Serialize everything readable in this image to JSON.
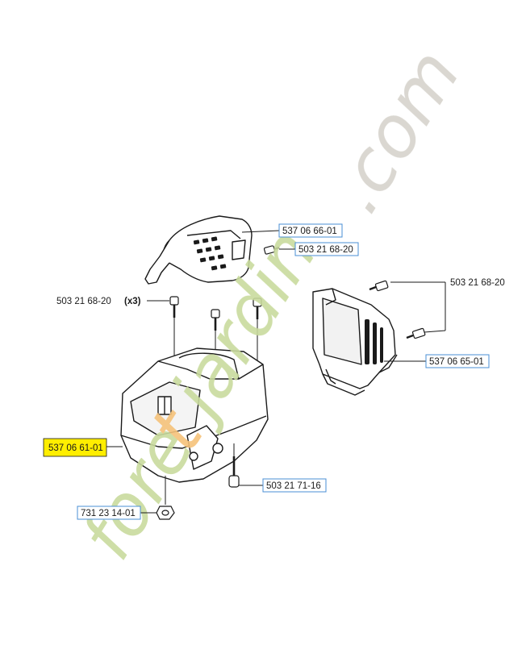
{
  "watermark": {
    "text_start": "fore",
    "text_accent": "t",
    "text_end": "jardin",
    "text_domain": ".com",
    "color_main": "#c9db9d",
    "color_accent": "#f5c27a",
    "color_domain": "#d6d3cc"
  },
  "callouts": {
    "top_cover_part": "537 06 66-01",
    "top_screw_part": "503 21 68-20",
    "right_screw_part": "503 21 68-20",
    "right_housing_part": "537 06 65-01",
    "left_screws_part": "503 21 68-20",
    "left_screws_qty": "(x3)",
    "main_cover_part": "537 06 61-01",
    "bottom_screw_part": "503 21 71-16",
    "nut_part": "731 23 14-01"
  },
  "colors": {
    "highlight_fill": "#ffee00",
    "label_box_border": "#4a8fd6",
    "line_color": "#1a1a1a"
  }
}
